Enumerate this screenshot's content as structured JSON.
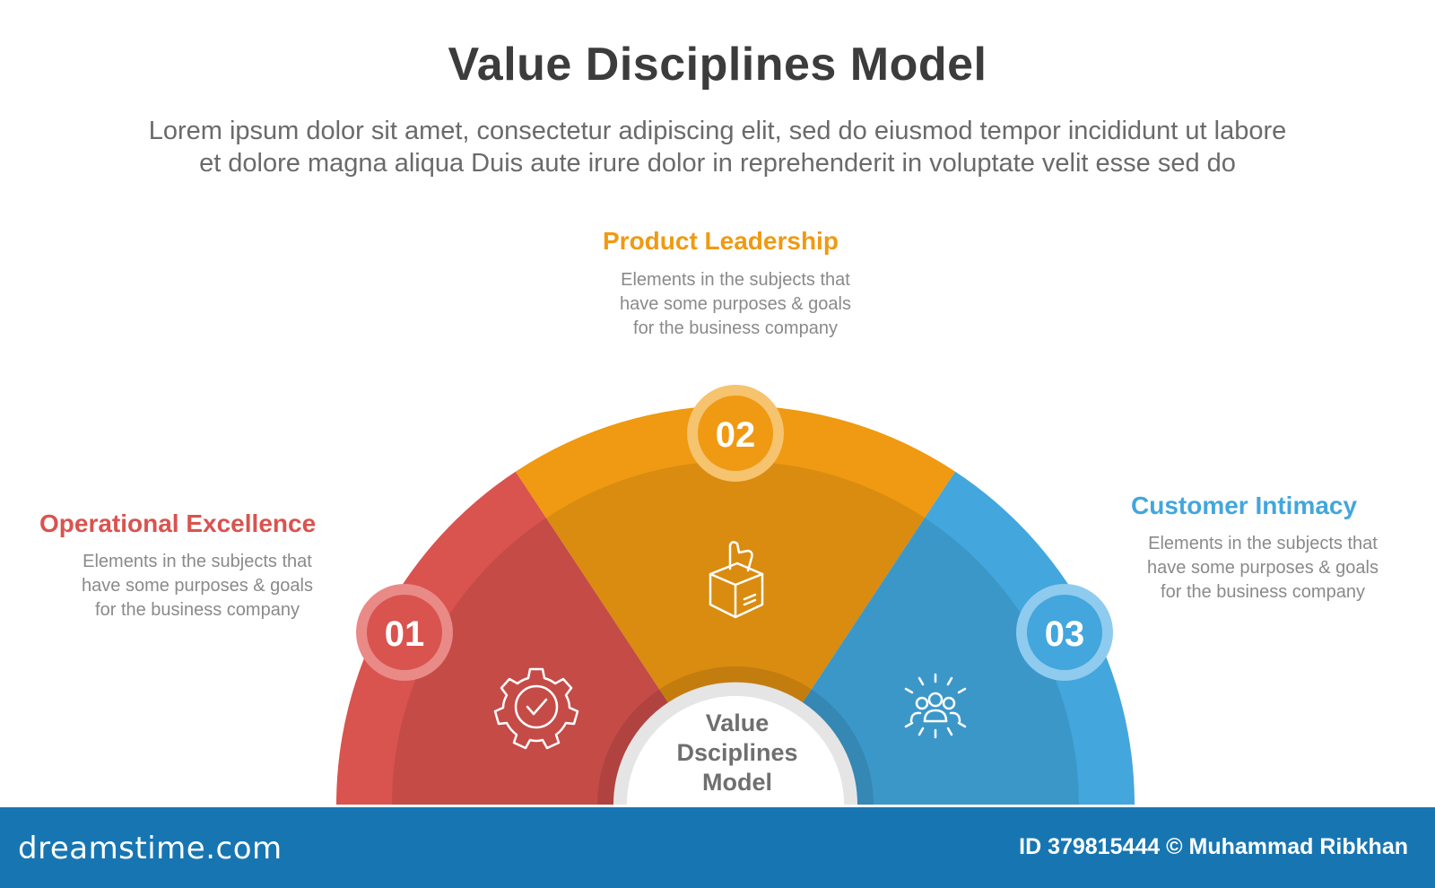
{
  "header": {
    "title": "Value Disciplines Model",
    "subtitle_line1": "Lorem ipsum dolor sit amet, consectetur adipiscing elit, sed do eiusmod tempor incididunt ut labore",
    "subtitle_line2": "et dolore magna aliqua Duis aute irure dolor in reprehenderit in voluptate velit esse sed do"
  },
  "center": {
    "line1": "Value",
    "line2": "Dsciplines",
    "line3": "Model"
  },
  "segments": [
    {
      "number": "01",
      "title": "Operational Excellence",
      "desc_line1": "Elements in the subjects that",
      "desc_line2": "have  some purposes & goals",
      "desc_line3": "for the  business company",
      "color": "#d9534f",
      "icon": "gear-check-icon"
    },
    {
      "number": "02",
      "title": "Product Leadership",
      "desc_line1": "Elements in the subjects that",
      "desc_line2": "have  some purposes & goals",
      "desc_line3": "for the  business company",
      "color": "#ef9a12",
      "icon": "box-thumbs-up-icon"
    },
    {
      "number": "03",
      "title": "Customer Intimacy",
      "desc_line1": "Elements in the subjects that",
      "desc_line2": "have  some purposes & goals",
      "desc_line3": "for the  business company",
      "color": "#43a6dd",
      "icon": "people-group-icon"
    }
  ],
  "footer": {
    "brand": "dreamstime.com",
    "credit": "ID 379815444 © Muhammad Ribkhan",
    "background": "#1776b2"
  }
}
